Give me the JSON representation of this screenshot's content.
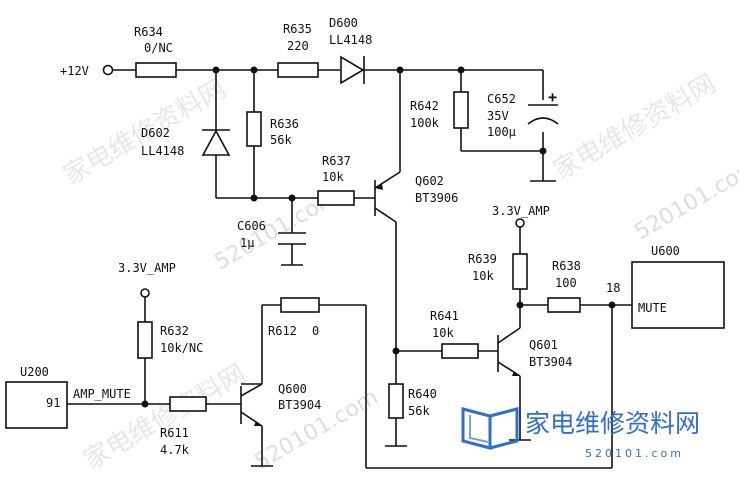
{
  "supply": {
    "label": "+12V"
  },
  "rail_3v3": {
    "label": "3.3V_AMP"
  },
  "resistors": {
    "r634": {
      "ref": "R634",
      "value": "0/NC"
    },
    "r635": {
      "ref": "R635",
      "value": "220"
    },
    "r636": {
      "ref": "R636",
      "value": "56k"
    },
    "r637": {
      "ref": "R637",
      "value": "10k"
    },
    "r642": {
      "ref": "R642",
      "value": "100k"
    },
    "r639": {
      "ref": "R639",
      "value": "10k"
    },
    "r638": {
      "ref": "R638",
      "value": "100"
    },
    "r641": {
      "ref": "R641",
      "value": "10k"
    },
    "r640": {
      "ref": "R640",
      "value": "56k"
    },
    "r632": {
      "ref": "R632",
      "value": "10k/NC"
    },
    "r612": {
      "ref": "R612",
      "value": "0"
    },
    "r611": {
      "ref": "R611",
      "value": "4.7k"
    }
  },
  "diodes": {
    "d600": {
      "ref": "D600",
      "value": "LL4148"
    },
    "d602": {
      "ref": "D602",
      "value": "LL4148"
    }
  },
  "capacitors": {
    "c652": {
      "ref": "C652",
      "voltage": "35V",
      "value": "100μ",
      "polarity": "+"
    },
    "c606": {
      "ref": "C606",
      "value": "1μ"
    }
  },
  "transistors": {
    "q602": {
      "ref": "Q602",
      "part": "BT3906"
    },
    "q601": {
      "ref": "Q601",
      "part": "BT3904"
    },
    "q600": {
      "ref": "Q600",
      "part": "BT3904"
    }
  },
  "ics": {
    "u600": {
      "ref": "U600",
      "pin_number": "18",
      "pin_name": "MUTE"
    },
    "u200": {
      "ref": "U200",
      "pin_number": "91",
      "pin_name": "AMP_MUTE"
    }
  },
  "watermark": {
    "text_cn": "家电维修资料网",
    "text_url": "520101.com",
    "logo_text": "家电维修资料网",
    "logo_url": "520101.com",
    "color": "#2f6fcf"
  }
}
